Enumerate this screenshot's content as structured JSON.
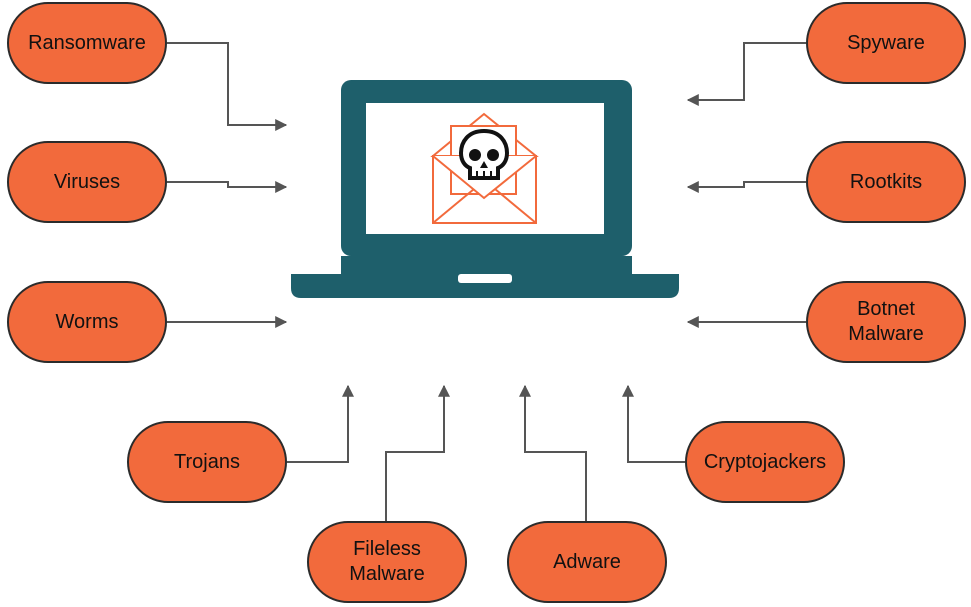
{
  "colors": {
    "node_fill": "#F26A3C",
    "node_stroke": "#2b2b2b",
    "node_text": "#111111",
    "arrow": "#555555",
    "laptop_body": "#1E5F6B",
    "laptop_screen": "#FFFFFF",
    "envelope": "#F26A3C",
    "skull": "#111111"
  },
  "center": {
    "icon": "laptop-with-malicious-email-icon"
  },
  "threats": {
    "ransomware": "Ransomware",
    "viruses": "Viruses",
    "worms": "Worms",
    "spyware": "Spyware",
    "rootkits": "Rootkits",
    "botnet_malware": "Botnet\nMalware",
    "trojans": "Trojans",
    "fileless_malware": "Fileless\nMalware",
    "adware": "Adware",
    "cryptojackers": "Cryptojackers"
  }
}
